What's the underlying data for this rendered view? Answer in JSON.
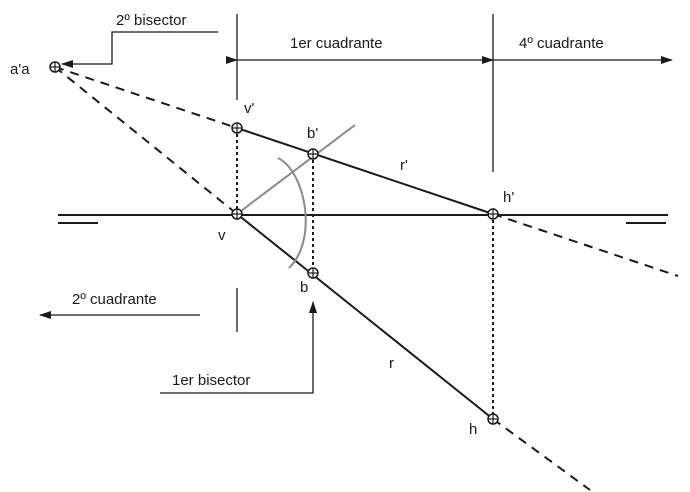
{
  "labels": {
    "second_bisector": "2º bisector",
    "first_quadrant": "1er cuadrante",
    "fourth_quadrant": "4º cuadrante",
    "second_quadrant": "2º cuadrante",
    "first_bisector": "1er bisector",
    "point_aa": "a'a",
    "point_v_prime": "v'",
    "point_b_prime": "b'",
    "line_r_prime": "r'",
    "point_h_prime": "h'",
    "point_v": "v",
    "point_b": "b",
    "line_r": "r",
    "point_h": "h"
  }
}
